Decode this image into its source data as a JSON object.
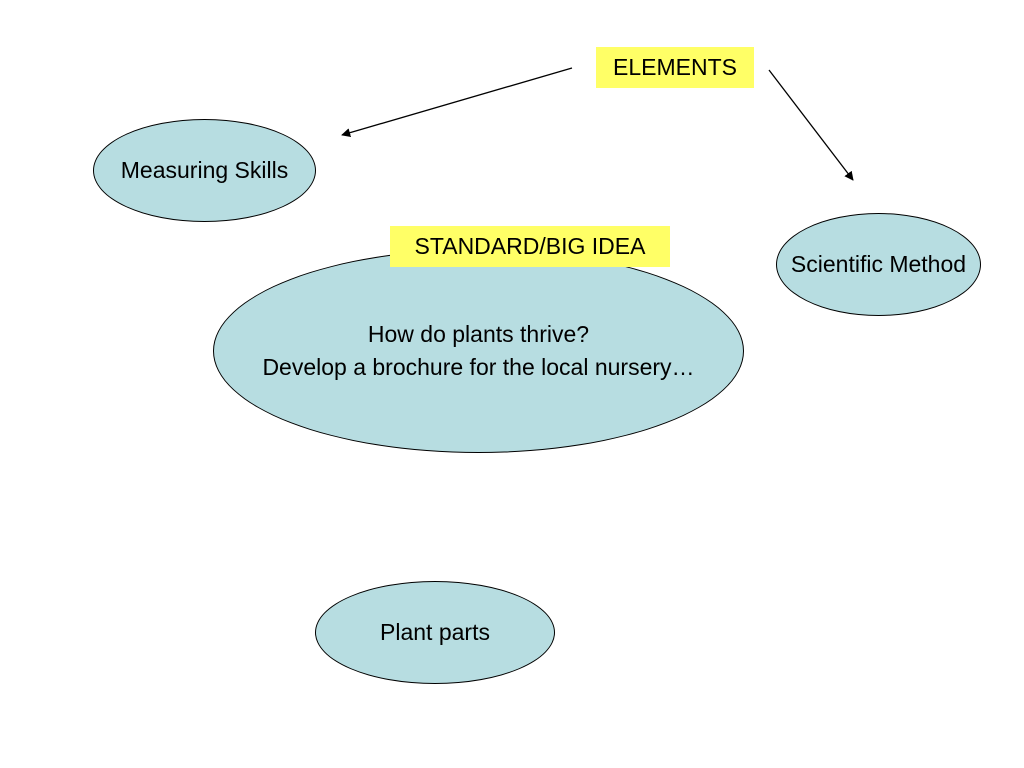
{
  "colors": {
    "background": "#ffffff",
    "bubble_fill": "#b7dde1",
    "tag_fill": "#ffff66",
    "outline": "#000000",
    "text": "#000000"
  },
  "tags": {
    "elements": "ELEMENTS",
    "standard": "STANDARD/BIG IDEA"
  },
  "bubbles": {
    "measuring_skills": "Measuring Skills",
    "scientific_method": "Scientific Method",
    "big_idea": {
      "line1": "How do plants thrive?",
      "line2": "Develop a brochure for the local nursery…"
    },
    "plant_parts": "Plant parts"
  },
  "connectors": [
    {
      "from": "ELEMENTS",
      "to": "Measuring Skills",
      "arrowhead": "end"
    },
    {
      "from": "ELEMENTS",
      "to": "Scientific Method",
      "arrowhead": "end"
    }
  ]
}
